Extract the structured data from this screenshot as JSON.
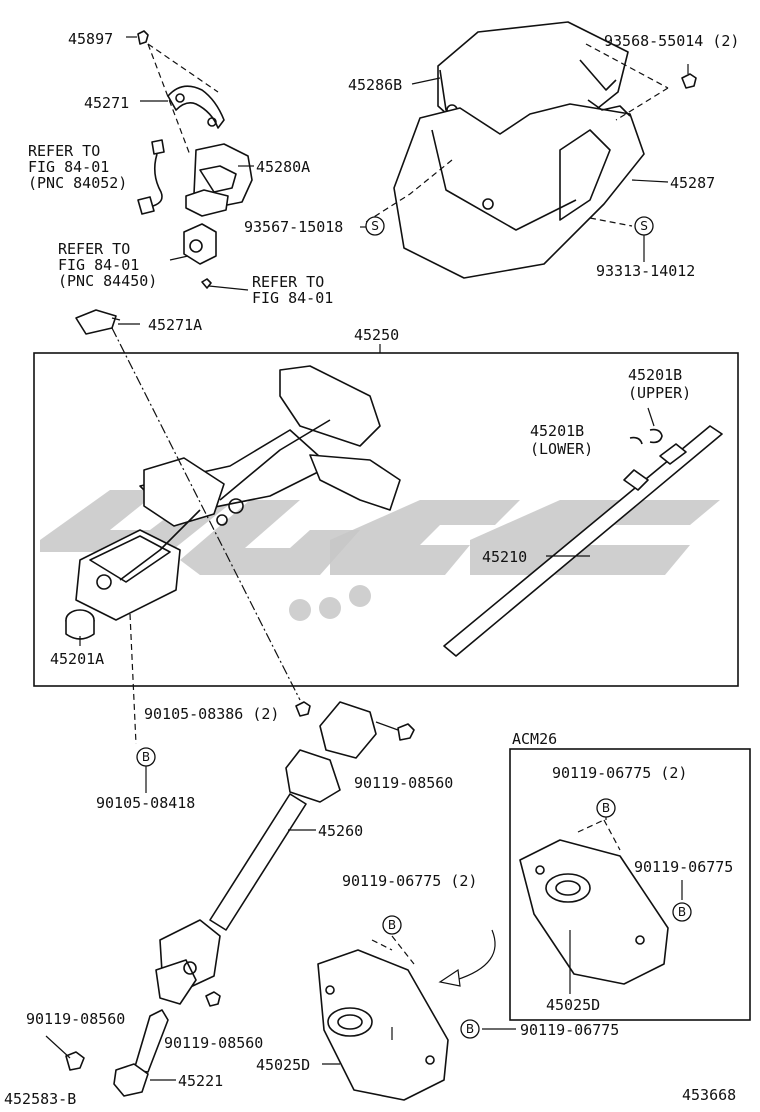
{
  "diagram": {
    "figure_number": "453668",
    "labels": {
      "p45897": "45897",
      "p45271": "45271",
      "p45286B": "45286B",
      "p93568_55014": "93568-55014 (2)",
      "ref_84052_a": "REFER TO",
      "ref_84052_b": "FIG 84-01",
      "ref_84052_c": "(PNC 84052)",
      "p45280A": "45280A",
      "p93567_15018": "93567-15018",
      "p45287": "45287",
      "ref_84450_a": "REFER TO",
      "ref_84450_b": "FIG 84-01",
      "ref_84450_c": "(PNC 84450)",
      "p93313_14012": "93313-14012",
      "ref_plain_a": "REFER TO",
      "ref_plain_b": "FIG 84-01",
      "p45271A": "45271A",
      "p45250": "45250",
      "p45201B_upper_a": "45201B",
      "p45201B_upper_b": "(UPPER)",
      "p45201B_lower_a": "45201B",
      "p45201B_lower_b": "(LOWER)",
      "p45210": "45210",
      "p45201A": "45201A",
      "p90105_08386": "90105-08386 (2)",
      "p90119_08560_top": "90119-08560",
      "p90105_08418": "90105-08418",
      "acm26": "ACM26",
      "p90119_06775_2_box": "90119-06775 (2)",
      "p45260": "45260",
      "p90119_06775_box": "90119-06775",
      "p90119_06775_2": "90119-06775 (2)",
      "p45025D_box": "45025D",
      "p90119_08560_left": "90119-08560",
      "p90119_08560_mid": "90119-08560",
      "p90119_06775": "90119-06775",
      "p45025D": "45025D",
      "p45221": "45221",
      "p452583B": "452583-B"
    },
    "markers": {
      "s": "S",
      "b": "B"
    }
  }
}
